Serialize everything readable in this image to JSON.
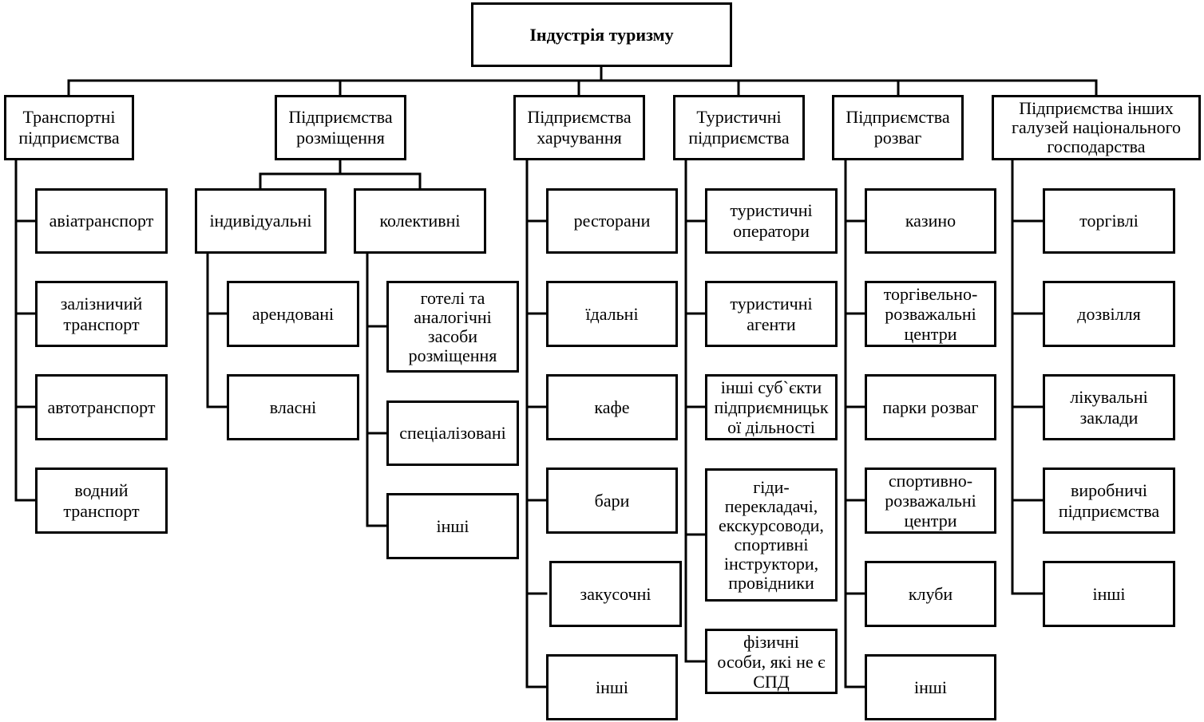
{
  "root": "Індустрія туризму",
  "categories": [
    "Транспортні\nпідприємства",
    "Підприємства\nрозміщення",
    "Підприємства\nхарчування",
    "Туристичні\nпідприємства",
    "Підприємства\nрозваг",
    "Підприємства інших\nгалузей національного\nгосподарства"
  ],
  "transport": [
    "авіатранспорт",
    "залізничий\nтранспорт",
    "автотранспорт",
    "водний\nтранспорт"
  ],
  "accommodation": {
    "subgroups": [
      "індивідуальні",
      "колективні"
    ],
    "individual": [
      "арендовані",
      "власні"
    ],
    "collective": [
      "готелі та\nаналогічні\nзасоби\nрозміщення",
      "спеціалізовані",
      "інші"
    ]
  },
  "catering": [
    "ресторани",
    "їдальні",
    "кафе",
    "бари",
    "закусочні",
    "інші"
  ],
  "tourist": [
    "туристичні\nоператори",
    "туристичні\nагенти",
    "інші суб`єкти\nпідприємницьк\nої дільності",
    "гіди-\nперекладачі,\nекскурсоводи,\nспортивні\nінструктори,\nпровідники",
    "фізичні\nособи, які не є\nСПД"
  ],
  "entertainment": [
    "казино",
    "торгівельно-\nрозважальні\nцентри",
    "парки розваг",
    "спортивно-\nрозважальні\nцентри",
    "клуби",
    "інші"
  ],
  "other_sectors": [
    "торгівлі",
    "дозвілля",
    "лікувальні\nзаклади",
    "виробничі\nпідприємства",
    "інші"
  ]
}
